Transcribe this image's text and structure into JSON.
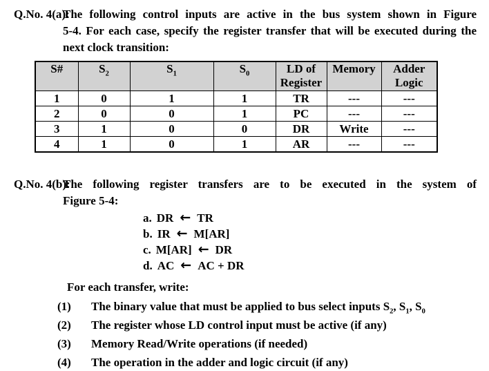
{
  "colors": {
    "table_header_bg": "#d2d2d2",
    "text": "#000000",
    "page_bg": "#ffffff"
  },
  "q4a": {
    "label": "Q.No. 4(a):",
    "lines": [
      "The following control inputs are active in the bus system shown in Figure",
      "5-4. For each case, specify the register transfer that will be executed during the",
      "next clock transition:"
    ]
  },
  "table": {
    "headers": [
      {
        "parts": [
          "S#"
        ]
      },
      {
        "parts": [
          "S",
          {
            "sub": "2"
          }
        ]
      },
      {
        "parts": [
          "S",
          {
            "sub": "1"
          }
        ]
      },
      {
        "parts": [
          "S",
          {
            "sub": "0"
          }
        ]
      },
      {
        "parts": [
          "LD of Register"
        ]
      },
      {
        "parts": [
          "Memory"
        ]
      },
      {
        "parts": [
          "Adder Logic"
        ]
      }
    ],
    "rows": [
      [
        "1",
        "0",
        "1",
        "1",
        "TR",
        "---",
        "---"
      ],
      [
        "2",
        "0",
        "0",
        "1",
        "PC",
        "---",
        "---"
      ],
      [
        "3",
        "1",
        "0",
        "0",
        "DR",
        "Write",
        "---"
      ],
      [
        "4",
        "1",
        "0",
        "1",
        "AR",
        "---",
        "---"
      ]
    ]
  },
  "q4b": {
    "label": "Q.No. 4(b):",
    "lines": [
      "The following register transfers are to be executed in the system of",
      "Figure 5-4:"
    ]
  },
  "transfers": [
    {
      "id": "a.",
      "dest": "DR",
      "arrow": "←",
      "src": "TR"
    },
    {
      "id": "b.",
      "dest": "IR",
      "arrow": "←",
      "src": "M[AR]"
    },
    {
      "id": "c.",
      "dest": "M[AR]",
      "arrow": "←",
      "src": "DR"
    },
    {
      "id": "d.",
      "dest": "AC",
      "arrow": "←",
      "src": "AC + DR"
    }
  ],
  "instructions": {
    "intro": "For each transfer, write:",
    "items": [
      {
        "num": "(1)",
        "parts": [
          "The binary value that must be applied to bus select inputs S",
          {
            "sub": "2"
          },
          ", S",
          {
            "sub": "1"
          },
          ", S",
          {
            "sub": "0"
          }
        ]
      },
      {
        "num": "(2)",
        "parts": [
          "The register whose LD control input must be active (if any)"
        ]
      },
      {
        "num": "(3)",
        "parts": [
          "Memory Read/Write operations (if needed)"
        ]
      },
      {
        "num": "(4)",
        "parts": [
          "The operation in the adder and logic circuit (if any)"
        ]
      }
    ]
  }
}
